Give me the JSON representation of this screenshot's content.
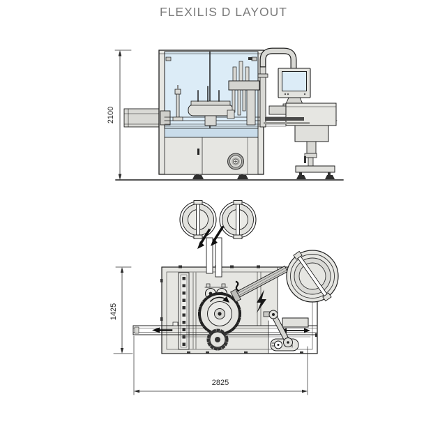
{
  "page": {
    "title": "FLEXILIS D LAYOUT"
  },
  "views": {
    "side_elevation": {
      "height_dim": "2100"
    },
    "plan": {
      "depth_dim": "1425",
      "width_dim": "2825"
    }
  },
  "colors": {
    "line": "#1f1f1f",
    "machine_gray": "#e6e6e2",
    "panel_gray": "#d9d9d5",
    "window_blue": "#dcecf7",
    "band_blue": "#c9dcea",
    "title_gray": "#7c7c7c",
    "dim_text": "#2b2b2b"
  }
}
